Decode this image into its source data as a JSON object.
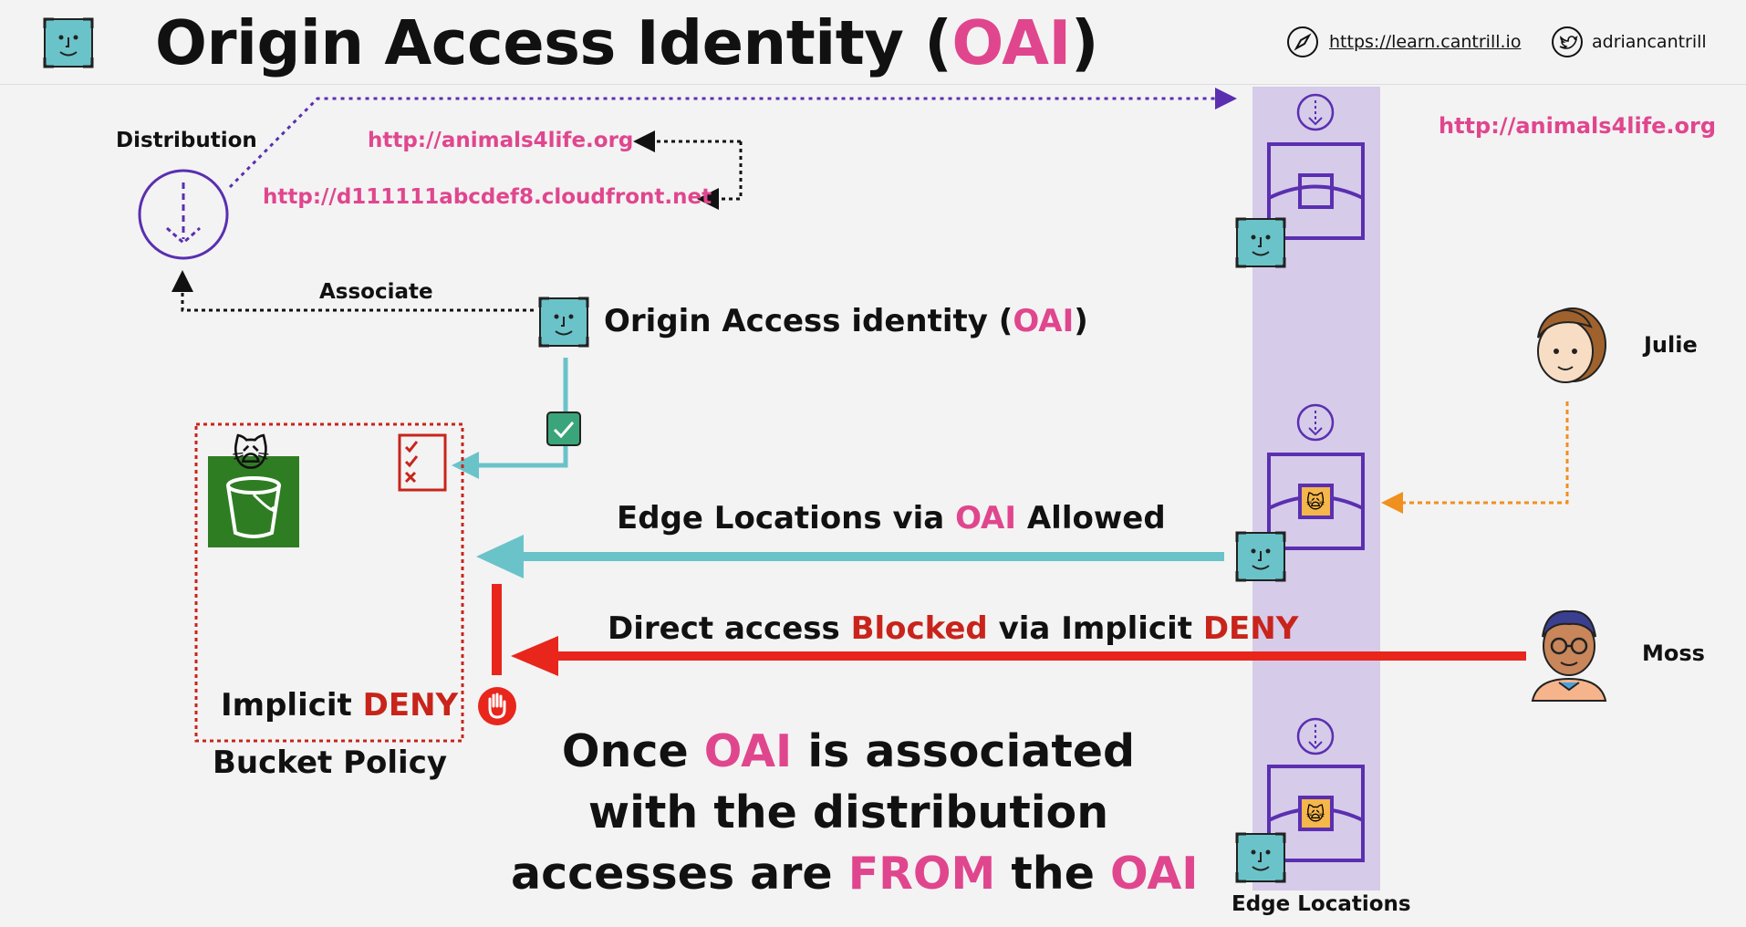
{
  "header": {
    "title_prefix": "Origin Access Identity (",
    "title_highlight": "OAI",
    "title_suffix": ")",
    "website_link": "https://learn.cantrill.io",
    "twitter_handle": "adriancantrill"
  },
  "distribution": {
    "label": "Distribution",
    "alias_url": "http://animals4life.org",
    "cloudfront_url": "http://d111111abcdef8.cloudfront.net",
    "associate_label": "Associate"
  },
  "oai": {
    "label_prefix": "Origin Access identity (",
    "label_highlight": "OAI",
    "label_suffix": ")"
  },
  "bucket": {
    "policy_title": "Bucket Policy",
    "implicit_prefix": "Implicit ",
    "implicit_deny": "DENY"
  },
  "arrows": {
    "allowed_prefix": "Edge Locations via ",
    "allowed_highlight": "OAI",
    "allowed_suffix": " Allowed",
    "blocked_prefix": "Direct access ",
    "blocked_word": "Blocked",
    "blocked_middle": " via Implicit ",
    "blocked_deny": "DENY"
  },
  "edge": {
    "label": "Edge Locations",
    "url": "http://animals4life.org"
  },
  "users": {
    "julie": "Julie",
    "moss": "Moss"
  },
  "summary": {
    "line1_a": "Once ",
    "line1_b": "OAI",
    "line1_c": " is associated",
    "line2": "with the distribution",
    "line3_a": "accesses are ",
    "line3_b": "FROM",
    "line3_c": " the ",
    "line3_d": "OAI"
  },
  "colors": {
    "pink": "#e0468e",
    "red": "#c8241b",
    "purple": "#5a2fb0",
    "teal": "#6ac3c9",
    "orange": "#f0901e",
    "arrow_red": "#e8261c",
    "edge_band": "#d6cbe9"
  }
}
